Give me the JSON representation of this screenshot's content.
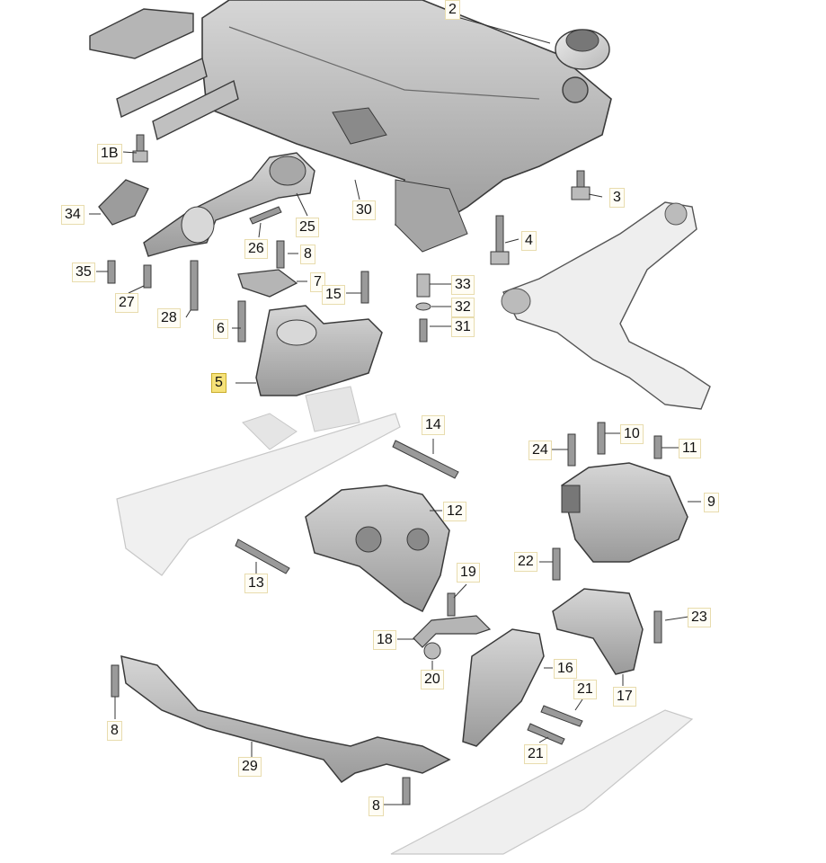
{
  "callouts": [
    {
      "id": "c2",
      "text": "2"
    },
    {
      "id": "c1b",
      "text": "1B"
    },
    {
      "id": "c3",
      "text": "3"
    },
    {
      "id": "c4",
      "text": "4"
    },
    {
      "id": "c5",
      "text": "5",
      "highlighted": true
    },
    {
      "id": "c6",
      "text": "6"
    },
    {
      "id": "c7",
      "text": "7"
    },
    {
      "id": "c8a",
      "text": "8"
    },
    {
      "id": "c8b",
      "text": "8"
    },
    {
      "id": "c8c",
      "text": "8"
    },
    {
      "id": "c9",
      "text": "9"
    },
    {
      "id": "c10",
      "text": "10"
    },
    {
      "id": "c11",
      "text": "11"
    },
    {
      "id": "c12",
      "text": "12"
    },
    {
      "id": "c13",
      "text": "13"
    },
    {
      "id": "c14",
      "text": "14"
    },
    {
      "id": "c15",
      "text": "15"
    },
    {
      "id": "c16",
      "text": "16"
    },
    {
      "id": "c17",
      "text": "17"
    },
    {
      "id": "c18",
      "text": "18"
    },
    {
      "id": "c19",
      "text": "19"
    },
    {
      "id": "c20",
      "text": "20"
    },
    {
      "id": "c21a",
      "text": "21"
    },
    {
      "id": "c21b",
      "text": "21"
    },
    {
      "id": "c22",
      "text": "22"
    },
    {
      "id": "c23",
      "text": "23"
    },
    {
      "id": "c24",
      "text": "24"
    },
    {
      "id": "c25",
      "text": "25"
    },
    {
      "id": "c26",
      "text": "26"
    },
    {
      "id": "c27",
      "text": "27"
    },
    {
      "id": "c28",
      "text": "28"
    },
    {
      "id": "c29",
      "text": "29"
    },
    {
      "id": "c30",
      "text": "30"
    },
    {
      "id": "c31",
      "text": "31"
    },
    {
      "id": "c32",
      "text": "32"
    },
    {
      "id": "c33",
      "text": "33"
    },
    {
      "id": "c34",
      "text": "34"
    },
    {
      "id": "c35",
      "text": "35"
    }
  ],
  "colors": {
    "part_fill": "#bfbfbf",
    "part_dark": "#8c8c8c",
    "part_light": "#e3e3e3",
    "outline": "#3a3a3a",
    "highlight": "#f6e27a"
  }
}
